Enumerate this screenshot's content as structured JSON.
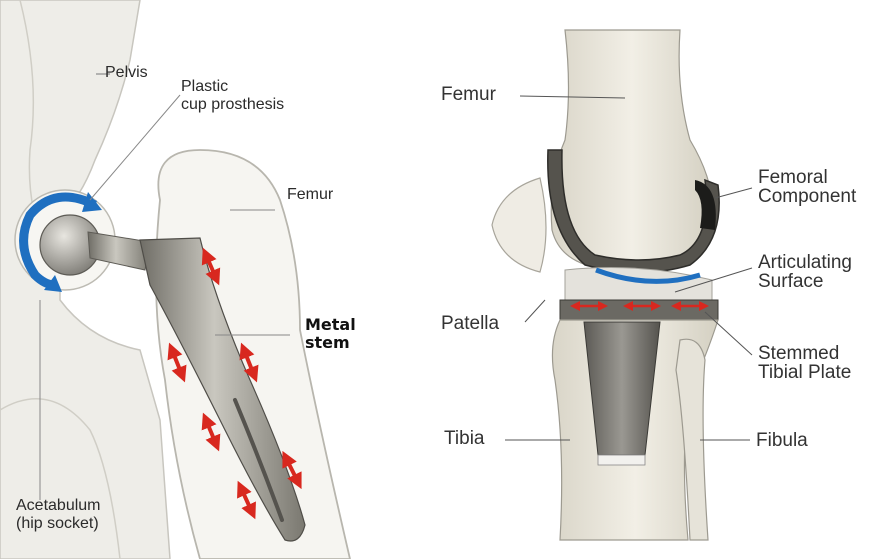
{
  "hip": {
    "pelvis": "Pelvis",
    "plastic_cup": [
      "Plastic",
      "cup prosthesis"
    ],
    "femur": "Femur",
    "metal_stem": [
      "Metal",
      "stem"
    ],
    "acetabulum": [
      "Acetabulum",
      "(hip socket)"
    ]
  },
  "knee": {
    "femur": "Femur",
    "femoral_component": [
      "Femoral",
      "Component"
    ],
    "articulating_surface": [
      "Articulating",
      "Surface"
    ],
    "patella": "Patella",
    "stemmed_tibial_plate": [
      "Stemmed",
      "Tibial Plate"
    ],
    "tibia": "Tibia",
    "fibula": "Fibula"
  },
  "colors": {
    "rotation_arrow": "#1f6fc0",
    "stress_arrow": "#d8281f",
    "articulating_arc": "#1f6fc0",
    "bone": "#e9e6dd",
    "metal": "#9a9890"
  }
}
